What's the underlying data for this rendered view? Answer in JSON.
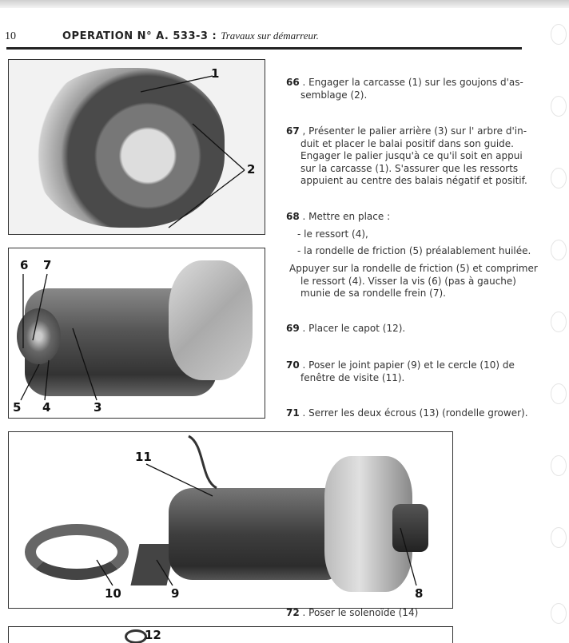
{
  "header": {
    "page_number": "10",
    "operation": "OPERATION N° A. 533-3 :",
    "subtitle": "Travaux sur démarreur."
  },
  "figures": {
    "fig1": {
      "callouts": [
        "1",
        "2"
      ]
    },
    "fig2": {
      "callouts": [
        "6",
        "7",
        "5",
        "4",
        "3"
      ]
    },
    "fig3": {
      "callouts": [
        "11",
        "10",
        "9",
        "8"
      ]
    },
    "fig4": {
      "callouts": [
        "12"
      ]
    }
  },
  "steps": [
    {
      "num": "66",
      "lines": [
        "Engager la carcasse (1) sur les goujons d'as-",
        "semblage (2)."
      ]
    },
    {
      "num": "67",
      "lines": [
        "Présenter le palier arrière (3) sur l' arbre d'in-",
        "duit et placer le balai positif dans son guide.",
        "Engager le palier jusqu'à ce qu'il soit en appui",
        "sur la carcasse (1). S'assurer que les ressorts",
        "appuient au centre des balais négatif et positif."
      ]
    },
    {
      "num": "68",
      "lines": [
        "Mettre en place :",
        "- le ressort (4),",
        "- la rondelle de friction (5) préalablement huilée.",
        "Appuyer sur la rondelle de friction (5) et comprimer",
        "le ressort (4). Visser la vis (6) (pas à gauche)",
        "munie de sa rondelle frein (7)."
      ]
    },
    {
      "num": "69",
      "lines": [
        "Placer le capot (12)."
      ]
    },
    {
      "num": "70",
      "lines": [
        "Poser le joint papier (9) et le cercle (10) de",
        "fenêtre de visite (11)."
      ]
    },
    {
      "num": "71",
      "lines": [
        "Serrer les deux écrous (13) (rondelle grower)."
      ]
    },
    {
      "num": "72",
      "lines": [
        "Poser le solenoïde (14)"
      ]
    }
  ]
}
